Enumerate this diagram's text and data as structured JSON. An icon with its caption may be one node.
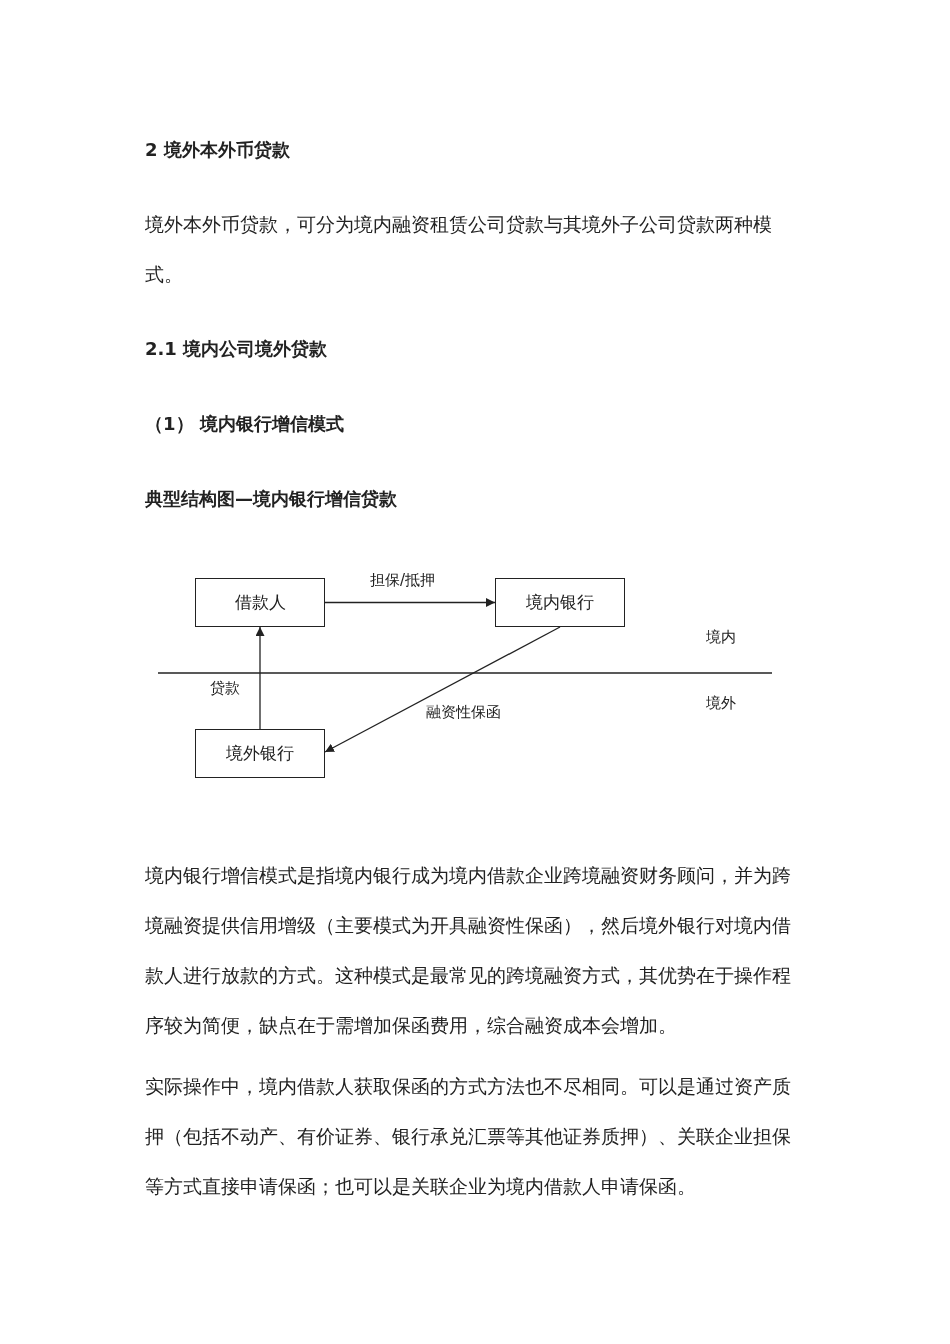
{
  "diagram": {
    "title": "典型结构图—境内银行增信贷款",
    "nodes": [
      {
        "text": [
          "借款人"
        ]
      },
      {
        "text": [
          "境内银行"
        ]
      },
      {
        "text": [
          "境外银行"
        ]
      }
    ],
    "edges": [
      {
        "from": 0,
        "to": 1,
        "arrow": "to",
        "label": "担保/抵押"
      },
      {
        "from": 2,
        "to": 0,
        "arrow": "to",
        "label": "贷款"
      },
      {
        "from": 1,
        "to": 2,
        "arrow": "to",
        "label": "融资性保函"
      }
    ],
    "labels": [
      "2 境外本外币贷款",
      "境外本外币贷款，可分为境内融资租赁公司贷款与其境外子公司贷款两种模式。",
      "2.1 境内公司境外贷款",
      "（1） 境内银行增信模式",
      "境内",
      "境外",
      "境内银行增信模式是指境内银行成为境内借款企业跨境融资财务顾问，并为跨境融资提供信用增级（主要模式为开具融资性保函），然后境外银行对境内借款人进行放款的方式。这种模式是最常见的跨境融资方式，其优势在于操作程序较为简便，缺点在于需增加保函费用，综合融资成本会增加。",
      "实际操作中，境内借款人获取保函的方式方法也不尽相同。可以是通过资产质押（包括不动产、有价证券、银行承兑汇票等其他证券质押）、关联企业担保等方式直接申请保函；也可以是关联企业为境内借款人申请保函。"
    ]
  }
}
